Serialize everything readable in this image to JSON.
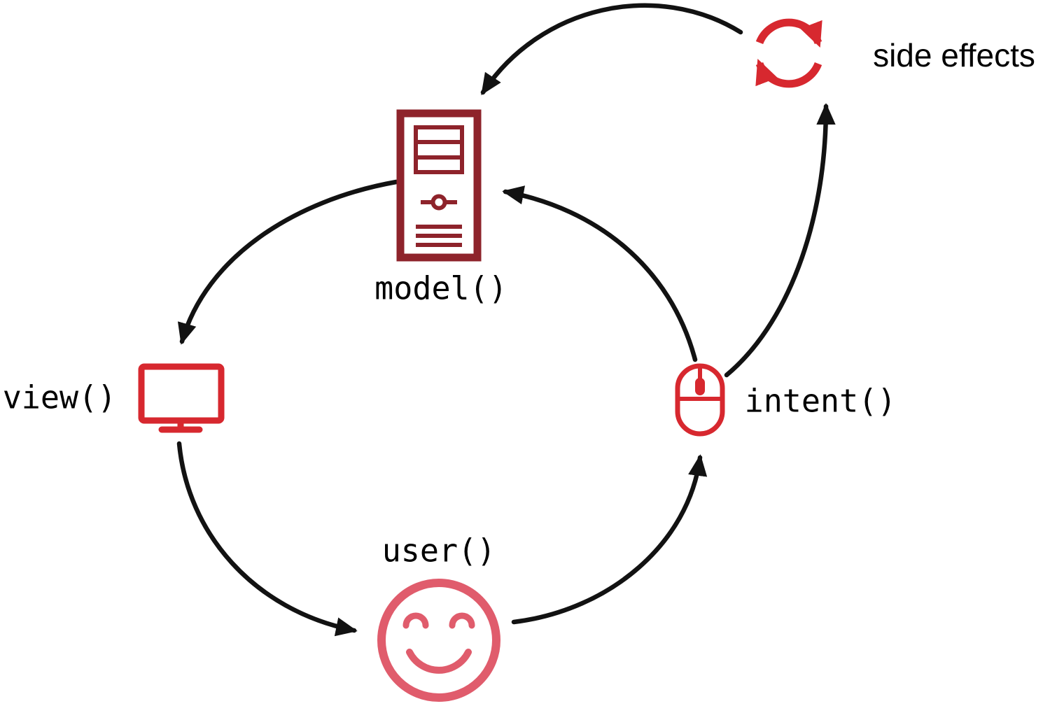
{
  "diagram": {
    "name": "model-view-intent-cycle",
    "nodes": {
      "model": {
        "label": "model()",
        "icon": "server-icon"
      },
      "view": {
        "label": "view()",
        "icon": "monitor-icon"
      },
      "user": {
        "label": "user()",
        "icon": "smiley-face-icon"
      },
      "intent": {
        "label": "intent()",
        "icon": "mouse-icon"
      },
      "side_effects": {
        "label": "side effects",
        "icon": "sync-arrows-icon"
      }
    },
    "edges": [
      {
        "from": "model",
        "to": "view"
      },
      {
        "from": "view",
        "to": "user"
      },
      {
        "from": "user",
        "to": "intent"
      },
      {
        "from": "intent",
        "to": "model"
      },
      {
        "from": "intent",
        "to": "side_effects"
      },
      {
        "from": "side_effects",
        "to": "model"
      }
    ]
  },
  "colors": {
    "dark_red": "#8E232B",
    "red": "#D7282F",
    "pink_red": "#E05C6C",
    "arrow": "#121212",
    "text": "#000000"
  }
}
